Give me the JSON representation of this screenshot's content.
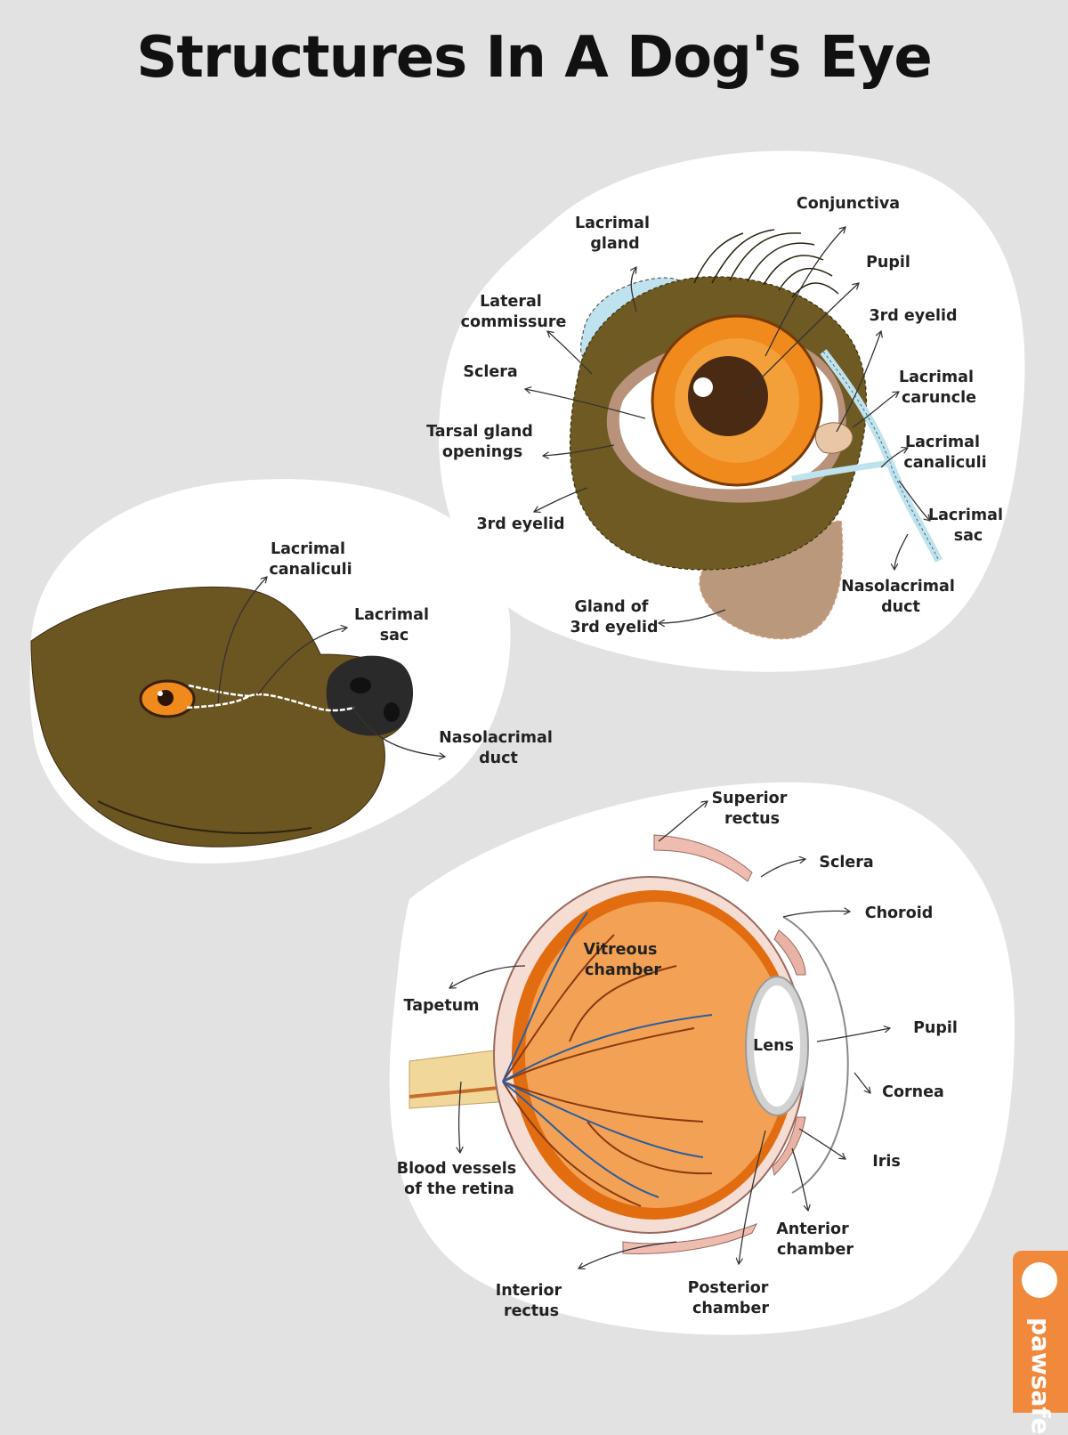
{
  "title": "Structures In A Dog's Eye",
  "brand": {
    "name": "pawsafe",
    "icon": "dog-head-logo-icon",
    "color": "#f1893c"
  },
  "colors": {
    "background": "#e2e2e2",
    "panel": "#ffffff",
    "fur": "#6e5a22",
    "iris": "#f08a1c",
    "lacrimal": "#bfe3ee",
    "eyeball": "#f3a255"
  },
  "external_eye": {
    "labels": [
      "Lacrimal gland",
      "Lateral commissure",
      "Sclera",
      "Tarsal gland openings",
      "3rd eyelid",
      "Gland of 3rd eyelid",
      "Conjunctiva",
      "Pupil",
      "3rd eyelid",
      "Lacrimal caruncle",
      "Lacrimal canaliculi",
      "Lacrimal sac",
      "Nasolacrimal duct"
    ]
  },
  "muzzle": {
    "labels": [
      "Lacrimal canaliculi",
      "Lacrimal sac",
      "Nasolacrimal duct"
    ]
  },
  "eyeball": {
    "labels": [
      "Superior rectus",
      "Sclera",
      "Choroid",
      "Vitreous chamber",
      "Tapetum",
      "Lens",
      "Pupil",
      "Cornea",
      "Iris",
      "Blood vessels of the retina",
      "Anterior chamber",
      "Interior rectus",
      "Posterior chamber"
    ]
  }
}
